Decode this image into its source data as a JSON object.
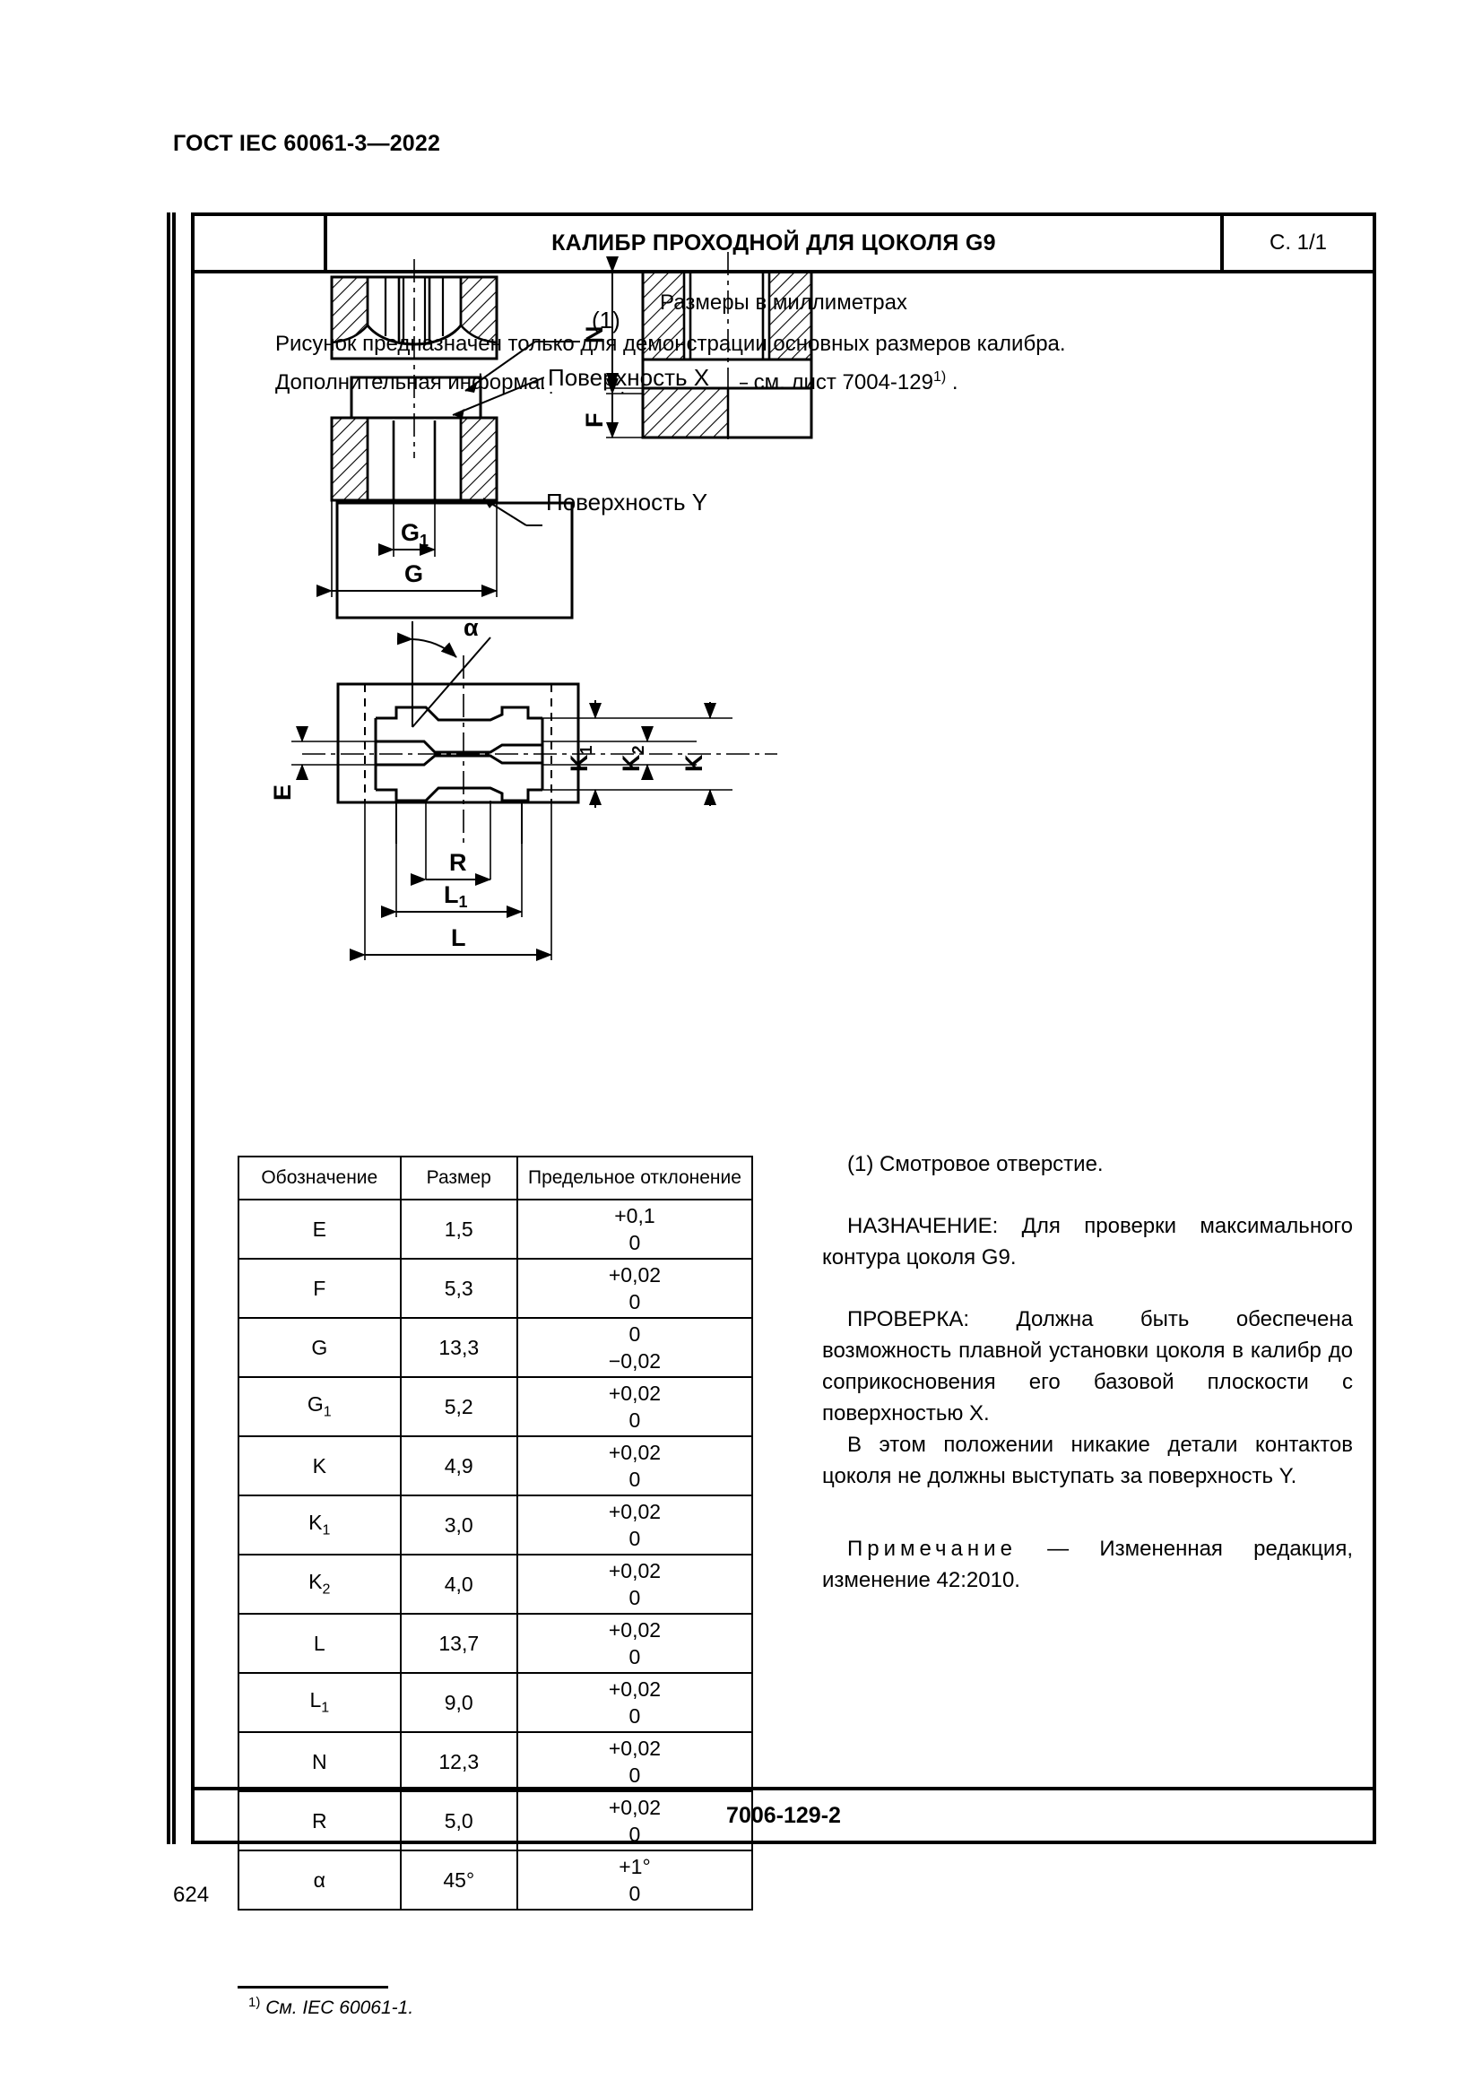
{
  "running_head": "ГОСТ IEC 60061-3—2022",
  "page_number": "624",
  "titlebar": {
    "title": "КАЛИБР ПРОХОДНОЙ ДЛЯ ЦОКОЛЯ G9",
    "sheet": "С. 1/1"
  },
  "intro": {
    "units": "Размеры в миллиметрах",
    "line1": "Рисунок предназначен только для демонстрации основных размеров калибра.",
    "line2_before": "Дополнительная информация по цоколю G9 — см. лист 7004-129",
    "line2_sup": "1)",
    "line2_after": " ."
  },
  "drawing_labels": {
    "callout_1": "(1)",
    "surface_x": "Поверхность X",
    "surface_y": "Поверхность Y",
    "g1": "G",
    "g1_sub": "1",
    "g": "G",
    "n": "N",
    "f": "F",
    "alpha": "α",
    "e": "E",
    "k": "K",
    "k1": "K",
    "k1_sub": "1",
    "k2": "K",
    "k2_sub": "2",
    "r": "R",
    "l": "L",
    "l1": "L",
    "l1_sub": "1"
  },
  "table": {
    "headers": [
      "Обозначение",
      "Размер",
      "Предельное отклонение"
    ],
    "rows": [
      {
        "symbol": "E",
        "sub": "",
        "size": "1,5",
        "tol_upper": "+0,1",
        "tol_lower": "0"
      },
      {
        "symbol": "F",
        "sub": "",
        "size": "5,3",
        "tol_upper": "+0,02",
        "tol_lower": "0"
      },
      {
        "symbol": "G",
        "sub": "",
        "size": "13,3",
        "tol_upper": "0",
        "tol_lower": "−0,02"
      },
      {
        "symbol": "G",
        "sub": "1",
        "size": "5,2",
        "tol_upper": "+0,02",
        "tol_lower": "0"
      },
      {
        "symbol": "K",
        "sub": "",
        "size": "4,9",
        "tol_upper": "+0,02",
        "tol_lower": "0"
      },
      {
        "symbol": "K",
        "sub": "1",
        "size": "3,0",
        "tol_upper": "+0,02",
        "tol_lower": "0"
      },
      {
        "symbol": "K",
        "sub": "2",
        "size": "4,0",
        "tol_upper": "+0,02",
        "tol_lower": "0"
      },
      {
        "symbol": "L",
        "sub": "",
        "size": "13,7",
        "tol_upper": "+0,02",
        "tol_lower": "0"
      },
      {
        "symbol": "L",
        "sub": "1",
        "size": "9,0",
        "tol_upper": "+0,02",
        "tol_lower": "0"
      },
      {
        "symbol": "N",
        "sub": "",
        "size": "12,3",
        "tol_upper": "+0,02",
        "tol_lower": "0"
      },
      {
        "symbol": "R",
        "sub": "",
        "size": "5,0",
        "tol_upper": "+0,02",
        "tol_lower": "0"
      },
      {
        "symbol": "α",
        "sub": "",
        "size": "45°",
        "tol_upper": "+1°",
        "tol_lower": "0"
      }
    ]
  },
  "footnote": {
    "marker": "1)",
    "text": "См. IEC 60061-1."
  },
  "sidetext": {
    "hole": "(1) Смотровое отверстие.",
    "purpose": "НАЗНАЧЕНИЕ: Для проверки максимального контура цоколя G9.",
    "check": "ПРОВЕРКА: Должна быть обеспечена возможность плавной установки цоколя в калибр до соприкосновения его базовой плоскости с поверхностью X.",
    "check2": "В этом положении никакие детали контактов цоколя не должны выступать за поверхность Y.",
    "note_label": "Примечание",
    "note_body": " — Измененная редакция, изменение 42:2010."
  },
  "footer": {
    "sheet_code": "7006-129-2"
  },
  "colors": {
    "ink": "#000000",
    "paper": "#ffffff"
  }
}
